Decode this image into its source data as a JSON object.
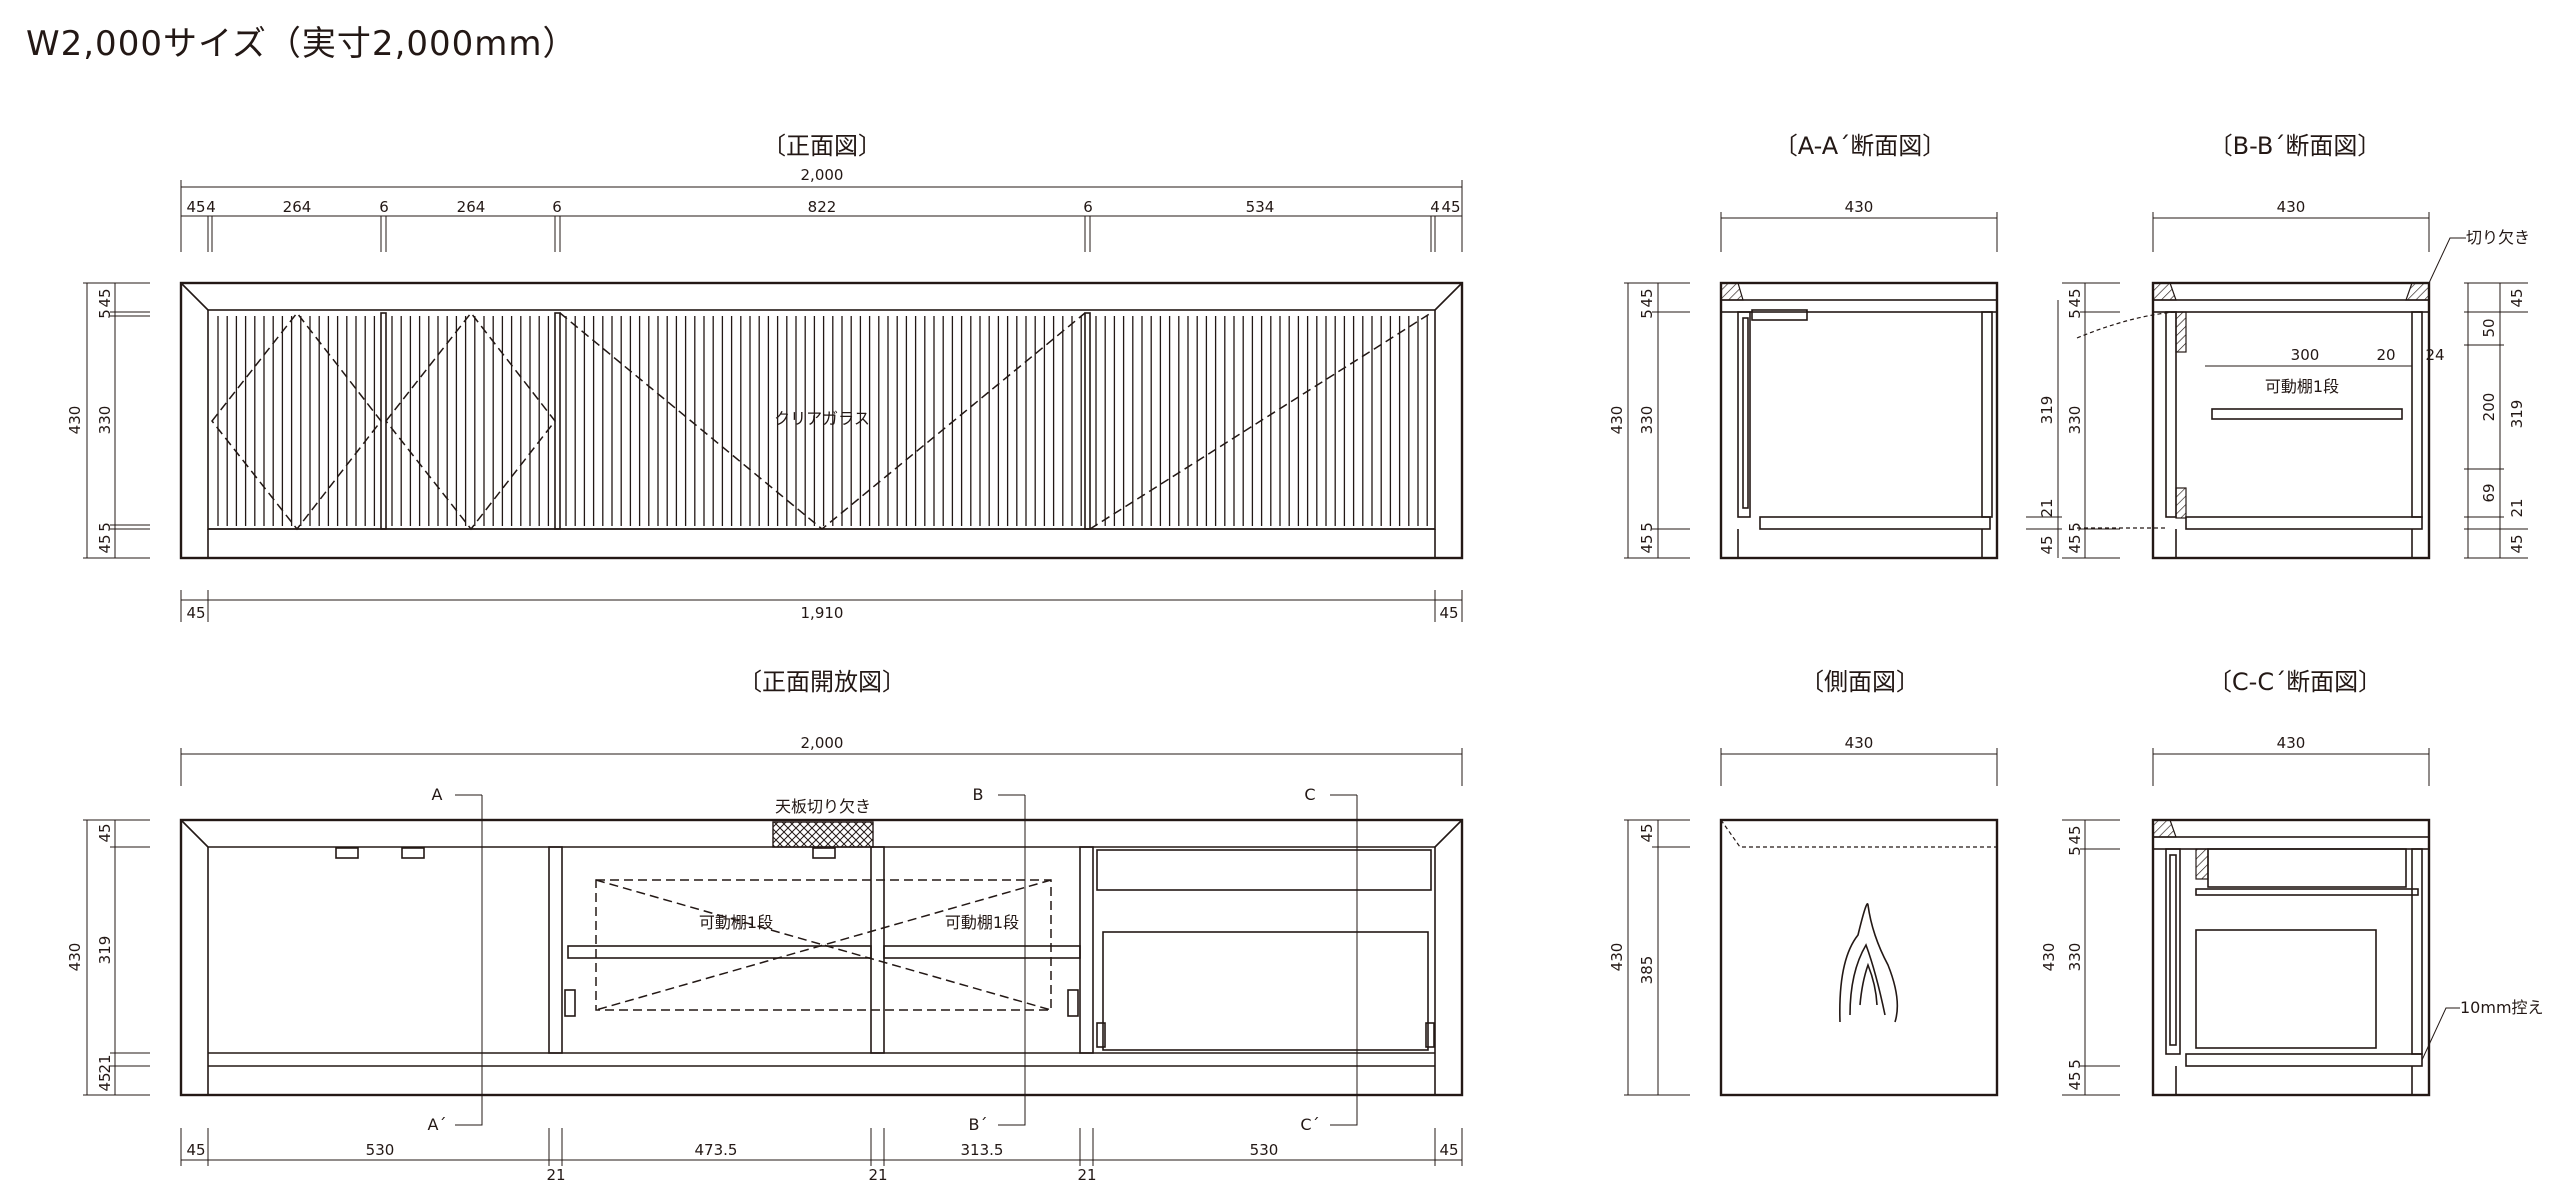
{
  "page": {
    "title": "W2,000サイズ（実寸2,000mm）"
  },
  "views": {
    "front": {
      "title": "〔正面図〕",
      "label_glass": "クリアガラス"
    },
    "front_open": {
      "title": "〔正面開放図〕",
      "label_top_notch": "天板切り欠き",
      "label_shelf": "可動棚1段"
    },
    "section_aa": {
      "title": "〔A-A´断面図〕"
    },
    "section_bb": {
      "title": "〔B-B´断面図〕",
      "label_notch": "切り欠き",
      "label_shelf": "可動棚1段"
    },
    "side": {
      "title": "〔側面図〕"
    },
    "section_cc": {
      "title": "〔C-C´断面図〕",
      "label_offset": "10mm控え"
    }
  },
  "section_marks": {
    "a": "A",
    "a_prime": "A´",
    "b": "B",
    "b_prime": "B´",
    "c": "C",
    "c_prime": "C´"
  },
  "dimensions": {
    "front": {
      "overall": "2,000",
      "top": [
        "45",
        "4",
        "264",
        "6",
        "264",
        "6",
        "822",
        "6",
        "534",
        "4",
        "45"
      ],
      "bottom": [
        "45",
        "1,910",
        "45"
      ],
      "left": [
        "45",
        "5",
        "330",
        "5",
        "45",
        "430"
      ]
    },
    "front_open": {
      "overall": "2,000",
      "bottom": [
        "45",
        "530",
        "21",
        "473.5",
        "21",
        "313.5",
        "21",
        "530",
        "45"
      ],
      "left": [
        "45",
        "319",
        "21",
        "45",
        "430"
      ]
    },
    "section_aa": {
      "width": "430",
      "left": [
        "45",
        "5",
        "330",
        "5",
        "45",
        "430"
      ],
      "right": [
        "319",
        "21",
        "45"
      ]
    },
    "section_bb": {
      "width": "430",
      "left": [
        "45",
        "5",
        "330",
        "5",
        "45"
      ],
      "inner": [
        "300",
        "20",
        "24"
      ],
      "right": [
        "45",
        "50",
        "200",
        "319",
        "69",
        "21",
        "45"
      ]
    },
    "side": {
      "width": "430",
      "left": [
        "45",
        "385",
        "430"
      ]
    },
    "section_cc": {
      "width": "430",
      "left": [
        "45",
        "5",
        "330",
        "5",
        "45",
        "430"
      ]
    }
  }
}
